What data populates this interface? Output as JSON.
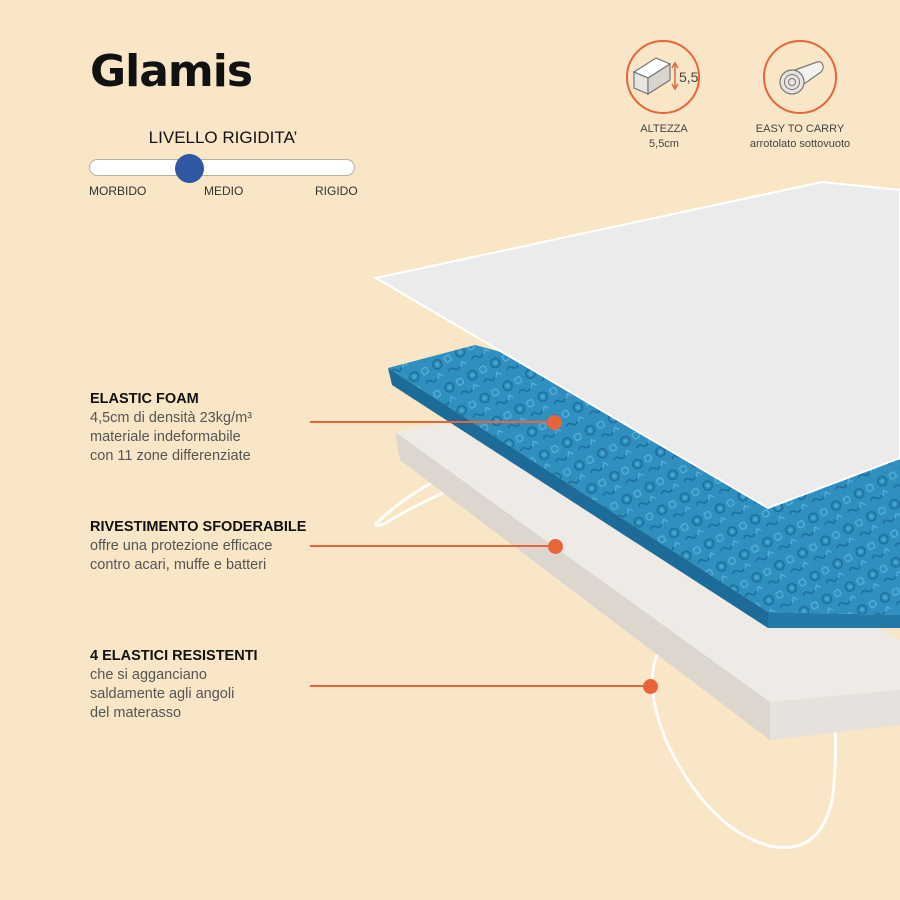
{
  "product": {
    "name": "Glamis"
  },
  "rigidity": {
    "title": "LIVELLO RIGIDITA’",
    "labels": [
      "MORBIDO",
      "MEDIO",
      "RIGIDO"
    ],
    "level": 0.36,
    "knob_color": "#2e58a1"
  },
  "features": [
    {
      "icon": "height-icon",
      "title": "ALTEZZA",
      "subtitle": "5,5cm",
      "icon_text": "5,5"
    },
    {
      "icon": "rolled-mattress-icon",
      "title": "EASY TO CARRY",
      "subtitle": "arrotolato sottovuoto"
    }
  ],
  "callouts": [
    {
      "title": "ELASTIC FOAM",
      "lines": [
        "4,5cm di densità 23kg/m³",
        "materiale indeformabile",
        "con 11 zone differenziate"
      ]
    },
    {
      "title": "RIVESTIMENTO SFODERABILE",
      "lines": [
        "offre una protezione efficace",
        "contro acari, muffe e batteri"
      ]
    },
    {
      "title": "4 ELASTICI RESISTENTI",
      "lines": [
        "che si agganciano",
        "saldamente agli angoli",
        "del materasso"
      ]
    }
  ],
  "colors": {
    "background": "#f8e6c7",
    "accent": "#e8643a",
    "foam": "#2f8fbf",
    "cover": "#eeeae6"
  }
}
